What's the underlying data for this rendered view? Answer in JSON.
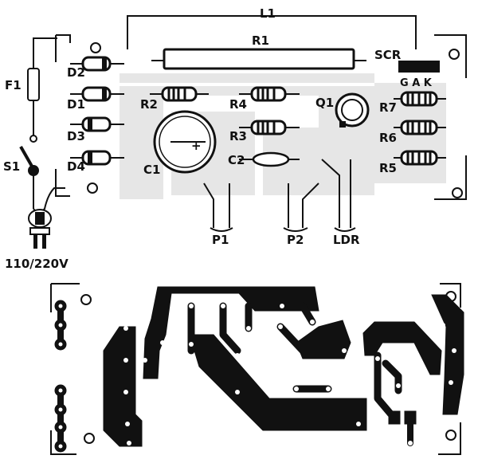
{
  "components": {
    "L1": "L1",
    "R1": "R1",
    "SCR": "SCR",
    "scr_pins": "G A K",
    "F1": "F1",
    "S1": "S1",
    "D1": "D1",
    "D2": "D2",
    "D3": "D3",
    "D4": "D4",
    "R2": "R2",
    "R3": "R3",
    "R4": "R4",
    "R5": "R5",
    "R6": "R6",
    "R7": "R7",
    "Q1": "Q1",
    "C1": "C1",
    "C2": "C2",
    "c1_polarity": "+",
    "P1": "P1",
    "P2": "P2",
    "LDR": "LDR",
    "mains": "110/220V"
  }
}
